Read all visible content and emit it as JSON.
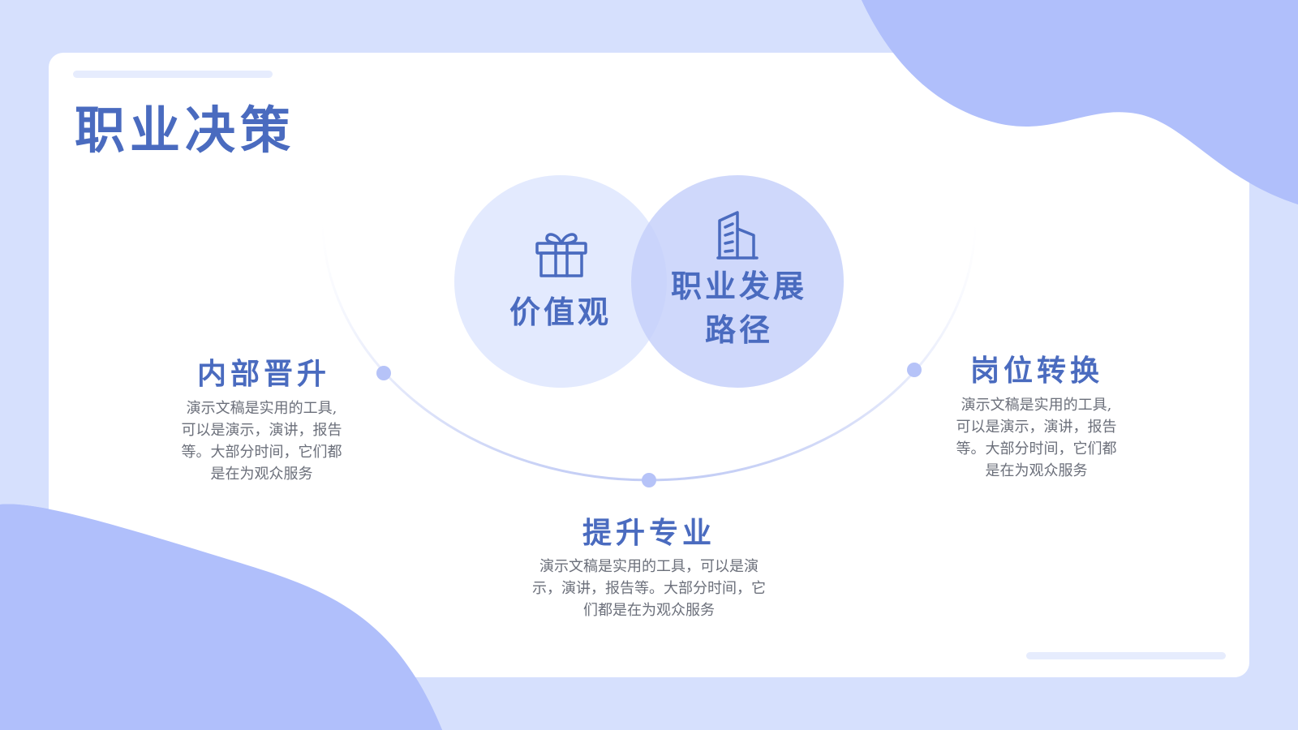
{
  "title": "职业决策",
  "center": {
    "left_label": "价值观",
    "right_label_line1": "职业发展",
    "right_label_line2": "路径",
    "left_icon": "gift-icon",
    "right_icon": "building-icon"
  },
  "items": [
    {
      "title": "内部晋升",
      "desc_lines": [
        "演示文稿是实用的工具,",
        "可以是演示，演讲，报告",
        "等。大部分时间，它们都",
        "是在为观众服务"
      ]
    },
    {
      "title": "提升专业",
      "desc_lines": [
        "演示文稿是实用的工具，可以是演",
        "示，演讲，报告等。大部分时间，它",
        "们都是在为观众服务"
      ]
    },
    {
      "title": "岗位转换",
      "desc_lines": [
        "演示文稿是实用的工具,",
        "可以是演示，演讲，报告",
        "等。大部分时间，它们都",
        "是在为观众服务"
      ]
    }
  ],
  "colors": {
    "background": "#d6e0fd",
    "blob": "#b0bffb",
    "accent": "#4a6bbf",
    "text_muted": "#6b6f7a"
  }
}
